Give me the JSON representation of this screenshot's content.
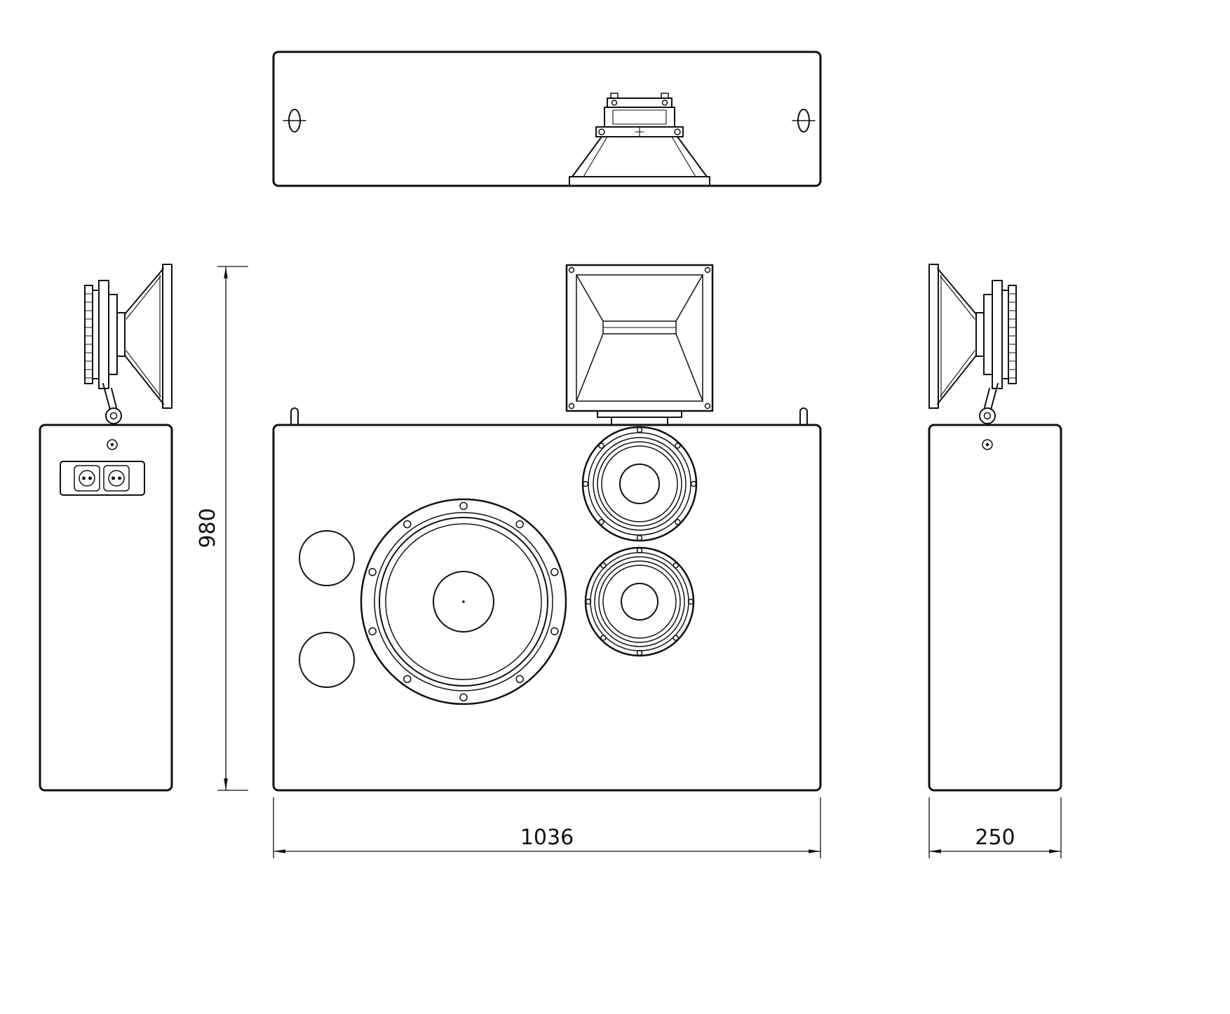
{
  "colors": {
    "line": "#111111",
    "background": "#ffffff"
  },
  "dimensions": {
    "height": "980",
    "width": "1036",
    "depth": "250"
  }
}
